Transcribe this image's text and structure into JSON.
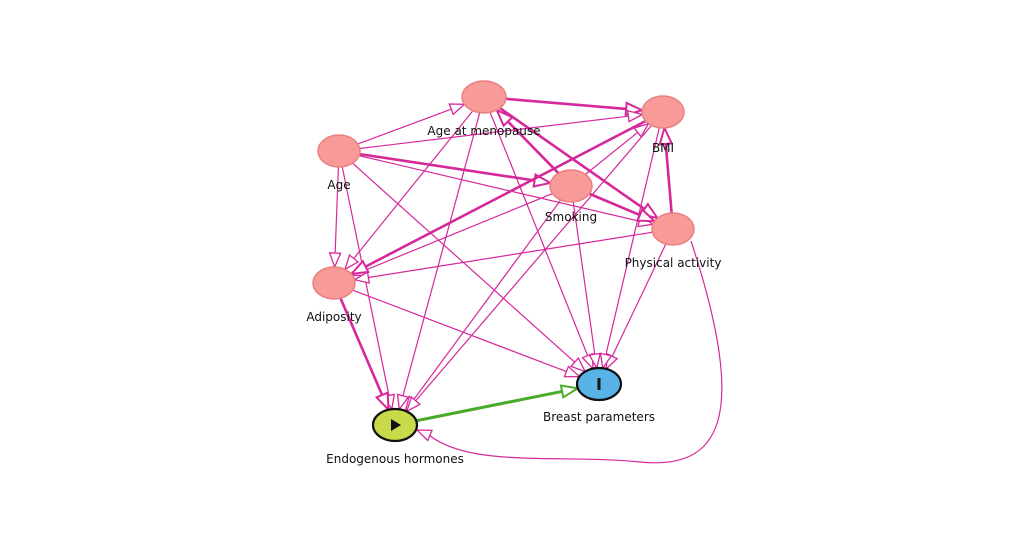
{
  "colors": {
    "background": "#ffffff",
    "covariate_node": "#f79a98",
    "covariate_stroke": "#e8807e",
    "exposure_node": "#c8d94a",
    "outcome_node": "#58b4e6",
    "edge_default": "#d6289a",
    "edge_causal": "#4caa2a",
    "node_outline": "#111111"
  },
  "nodes": [
    {
      "id": "age_menopause",
      "label": "Age at menopause",
      "role": "covariate"
    },
    {
      "id": "bmi",
      "label": "BMI",
      "role": "covariate"
    },
    {
      "id": "age",
      "label": "Age",
      "role": "covariate"
    },
    {
      "id": "smoking",
      "label": "Smoking",
      "role": "covariate"
    },
    {
      "id": "physical_activity",
      "label": "Physical activity",
      "role": "covariate"
    },
    {
      "id": "adiposity",
      "label": "Adiposity",
      "role": "covariate"
    },
    {
      "id": "endogenous_hormones",
      "label": "Endogenous hormones",
      "role": "exposure",
      "icon": "play-icon"
    },
    {
      "id": "breast_parameters",
      "label": "Breast parameters",
      "role": "outcome",
      "icon": "bar-icon"
    }
  ],
  "edges": [
    {
      "from": "age_menopause",
      "to": "bmi",
      "style": "bold"
    },
    {
      "from": "age_menopause",
      "to": "physical_activity",
      "style": "bold"
    },
    {
      "from": "age_menopause",
      "to": "adiposity",
      "style": "thin"
    },
    {
      "from": "age_menopause",
      "to": "endogenous_hormones",
      "style": "thin"
    },
    {
      "from": "age_menopause",
      "to": "breast_parameters",
      "style": "thin"
    },
    {
      "from": "age",
      "to": "age_menopause",
      "style": "thin"
    },
    {
      "from": "age",
      "to": "bmi",
      "style": "thin"
    },
    {
      "from": "age",
      "to": "smoking",
      "style": "bold"
    },
    {
      "from": "age",
      "to": "physical_activity",
      "style": "thin"
    },
    {
      "from": "age",
      "to": "adiposity",
      "style": "thin"
    },
    {
      "from": "age",
      "to": "endogenous_hormones",
      "style": "thin"
    },
    {
      "from": "age",
      "to": "breast_parameters",
      "style": "thin"
    },
    {
      "from": "smoking",
      "to": "age_menopause",
      "style": "bold"
    },
    {
      "from": "smoking",
      "to": "bmi",
      "style": "thin"
    },
    {
      "from": "smoking",
      "to": "physical_activity",
      "style": "bold"
    },
    {
      "from": "smoking",
      "to": "adiposity",
      "style": "thin"
    },
    {
      "from": "smoking",
      "to": "endogenous_hormones",
      "style": "thin"
    },
    {
      "from": "smoking",
      "to": "breast_parameters",
      "style": "thin"
    },
    {
      "from": "physical_activity",
      "to": "bmi",
      "style": "bold"
    },
    {
      "from": "physical_activity",
      "to": "adiposity",
      "style": "thin"
    },
    {
      "from": "physical_activity",
      "to": "breast_parameters",
      "style": "thin"
    },
    {
      "from": "physical_activity",
      "to": "endogenous_hormones",
      "style": "thin-curve"
    },
    {
      "from": "bmi",
      "to": "adiposity",
      "style": "bold"
    },
    {
      "from": "bmi",
      "to": "endogenous_hormones",
      "style": "thin"
    },
    {
      "from": "bmi",
      "to": "breast_parameters",
      "style": "thin"
    },
    {
      "from": "adiposity",
      "to": "endogenous_hormones",
      "style": "bold"
    },
    {
      "from": "adiposity",
      "to": "breast_parameters",
      "style": "thin"
    },
    {
      "from": "endogenous_hormones",
      "to": "breast_parameters",
      "style": "causal"
    }
  ]
}
